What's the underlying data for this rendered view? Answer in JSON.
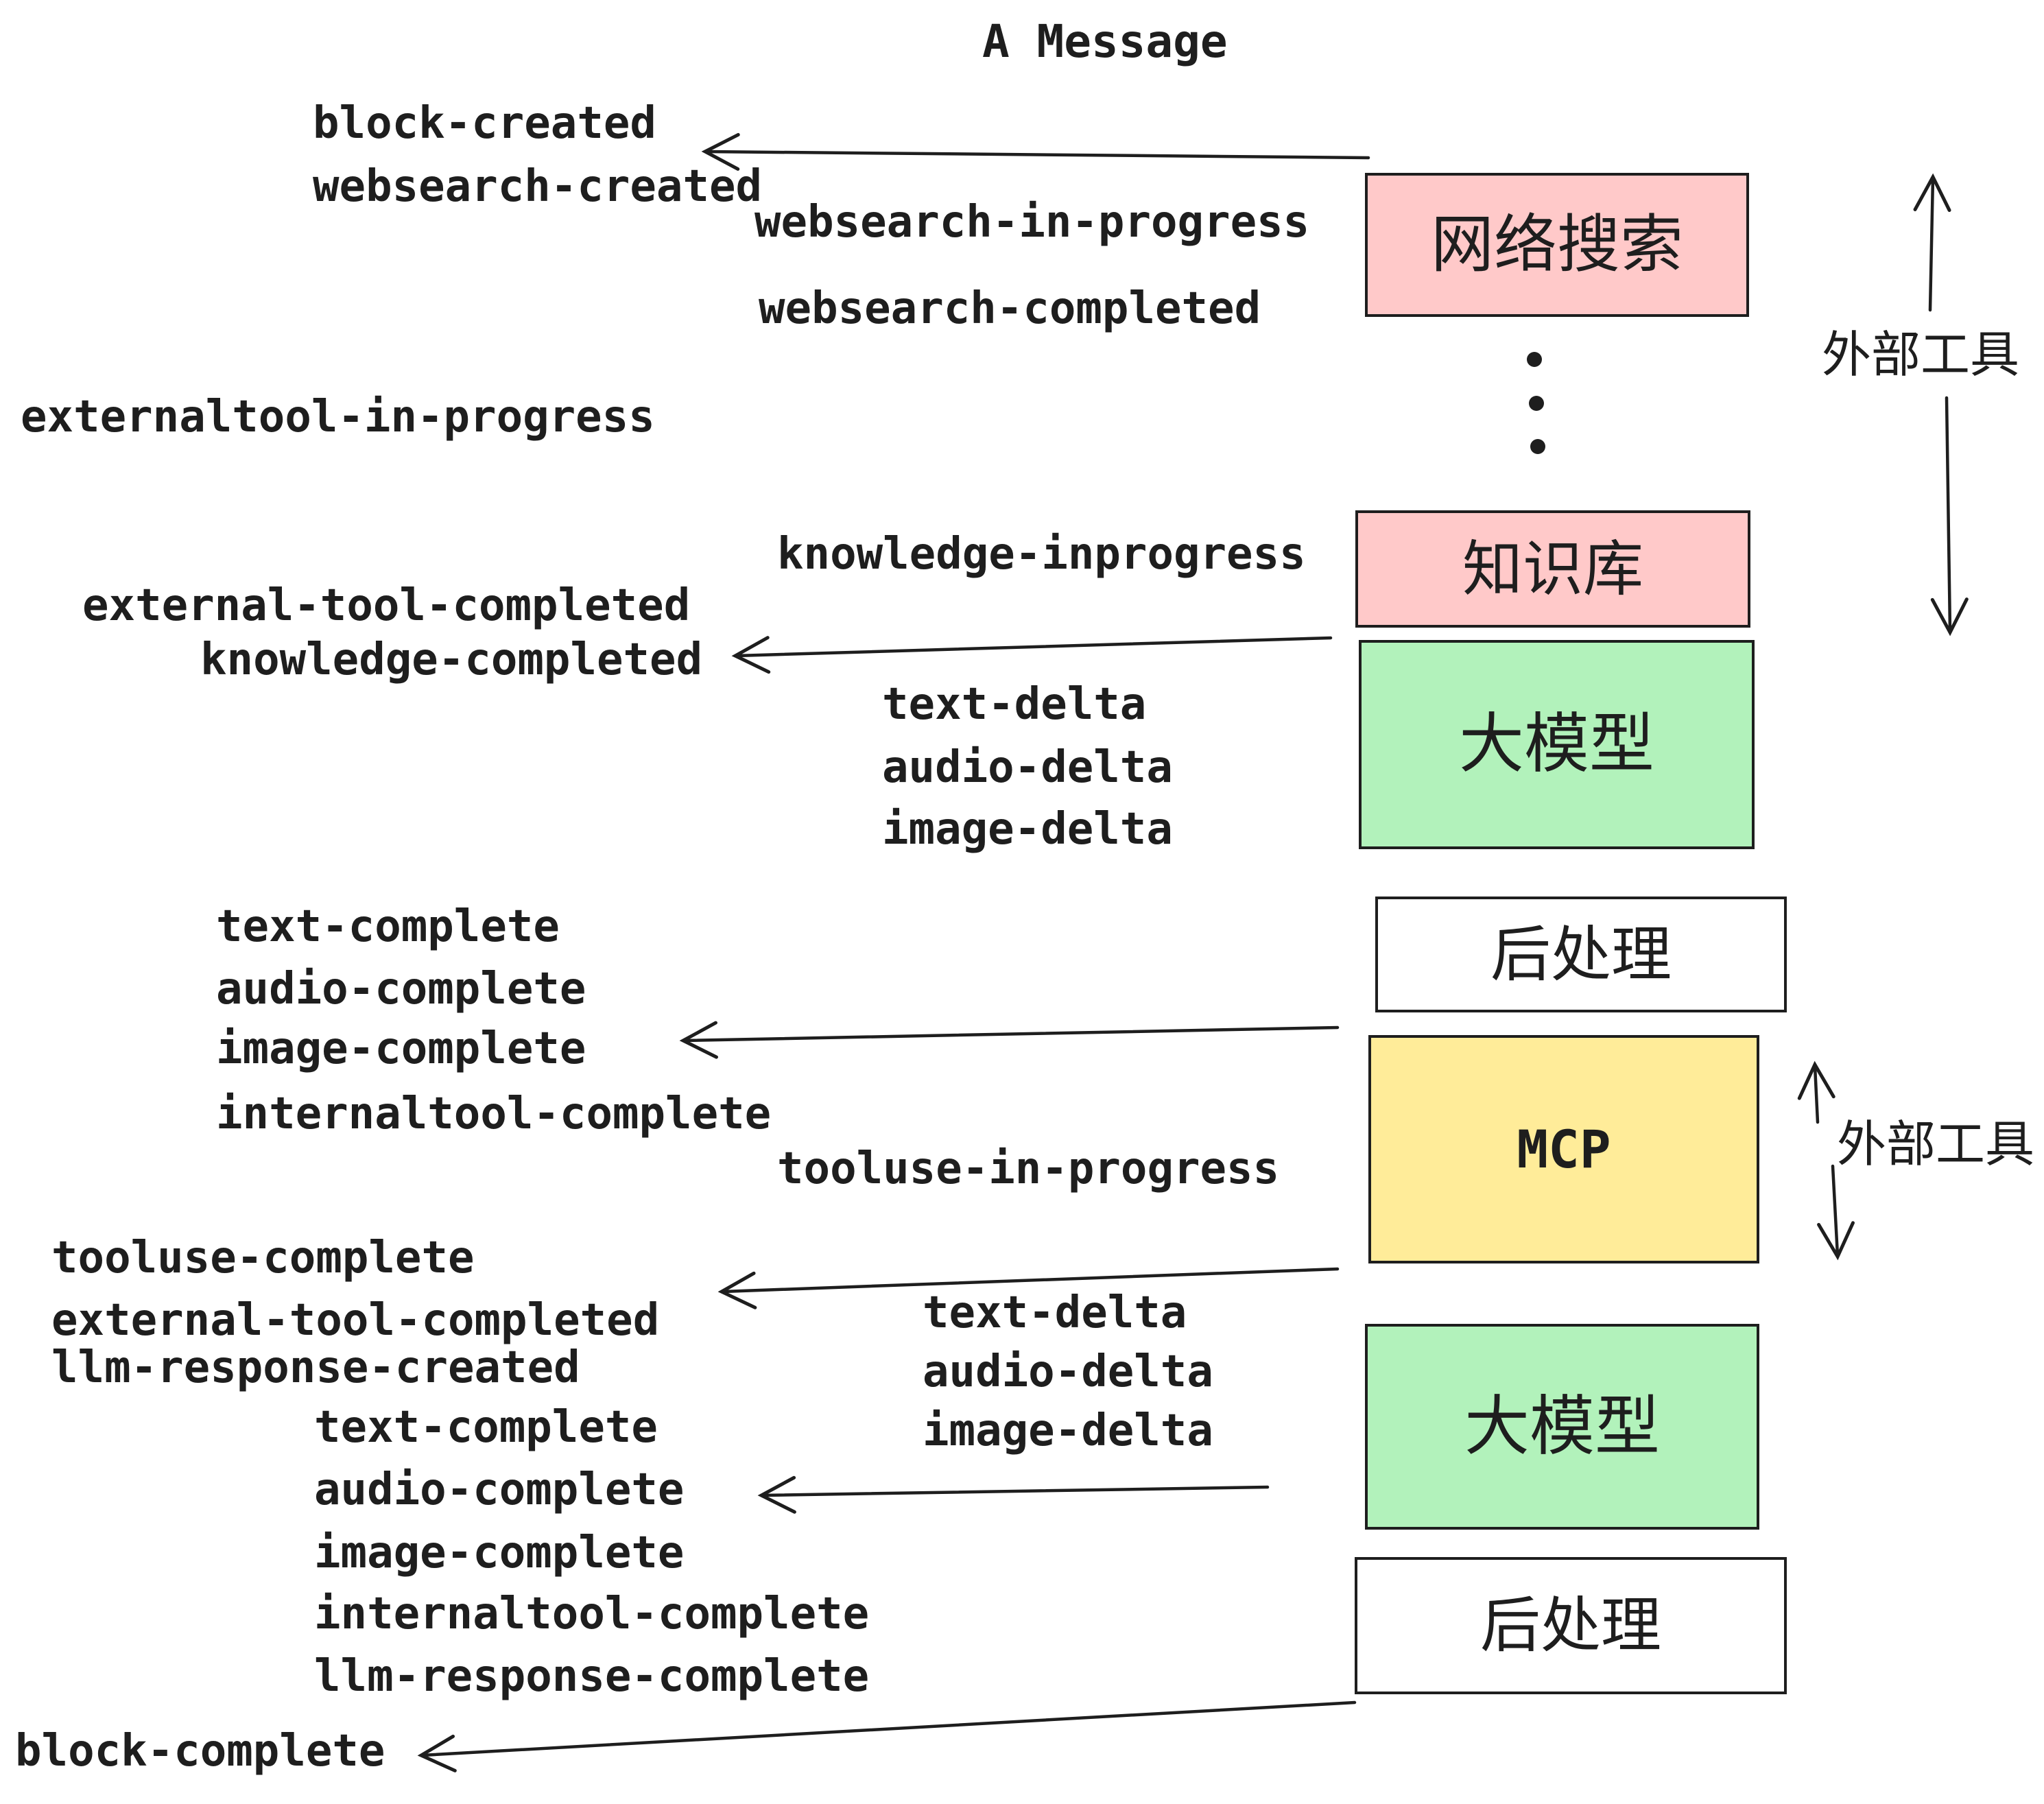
{
  "title": "A Message",
  "colors": {
    "stroke": "#1e1e1e",
    "pink": "#ffc9c9",
    "green": "#b2f2bb",
    "yellow": "#ffec99",
    "white": "#ffffff"
  },
  "events": [
    {
      "text": "block-created"
    },
    {
      "text": "websearch-created"
    },
    {
      "text": "websearch-in-progress"
    },
    {
      "text": "websearch-completed"
    },
    {
      "text": "externaltool-in-progress"
    },
    {
      "text": "knowledge-inprogress"
    },
    {
      "text": "external-tool-completed"
    },
    {
      "text": "knowledge-completed"
    },
    {
      "text": "text-delta"
    },
    {
      "text": "audio-delta"
    },
    {
      "text": "image-delta"
    },
    {
      "text": "text-complete"
    },
    {
      "text": "audio-complete"
    },
    {
      "text": "image-complete"
    },
    {
      "text": "internaltool-complete"
    },
    {
      "text": "tooluse-in-progress"
    },
    {
      "text": "tooluse-complete"
    },
    {
      "text": "external-tool-completed"
    },
    {
      "text": "llm-response-created"
    },
    {
      "text": "text-complete"
    },
    {
      "text": "audio-complete"
    },
    {
      "text": "image-complete"
    },
    {
      "text": "internaltool-complete"
    },
    {
      "text": "llm-response-complete"
    },
    {
      "text": "block-complete"
    }
  ],
  "boxes": [
    {
      "label": "网络搜索",
      "fill": "#ffc9c9"
    },
    {
      "label": "知识库",
      "fill": "#ffc9c9"
    },
    {
      "label": "大模型",
      "fill": "#b2f2bb"
    },
    {
      "label": "后处理",
      "fill": "#ffffff"
    },
    {
      "label": "MCP",
      "fill": "#ffec99"
    },
    {
      "label": "大模型",
      "fill": "#b2f2bb"
    },
    {
      "label": "后处理",
      "fill": "#ffffff"
    }
  ],
  "side_annotations": [
    {
      "label": "外部工具"
    },
    {
      "label": "外部工具"
    }
  ],
  "icons": [
    {
      "name": "vertical-ellipsis"
    },
    {
      "name": "left-arrow"
    },
    {
      "name": "up-arrow"
    },
    {
      "name": "down-arrow"
    }
  ]
}
